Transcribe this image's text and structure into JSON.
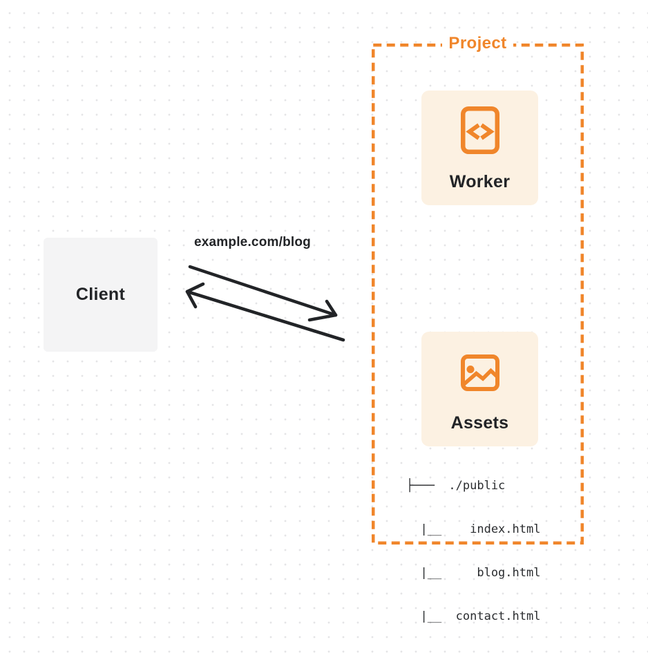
{
  "diagram": {
    "client": {
      "label": "Client"
    },
    "request": {
      "url_label": "example.com/blog"
    },
    "project": {
      "label": "Project",
      "worker": {
        "label": "Worker",
        "icon": "code-file-icon"
      },
      "assets": {
        "label": "Assets",
        "icon": "image-icon",
        "file_tree": [
          "├───  ./public",
          "  |__    index.html",
          "  |__     blog.html",
          "  |__  contact.html"
        ]
      }
    },
    "colors": {
      "accent_orange": "#F0862B",
      "card_background": "#FCF1E2",
      "client_background": "#F4F4F5",
      "ink": "#222427",
      "dot_grid": "#E4E4E6"
    }
  }
}
